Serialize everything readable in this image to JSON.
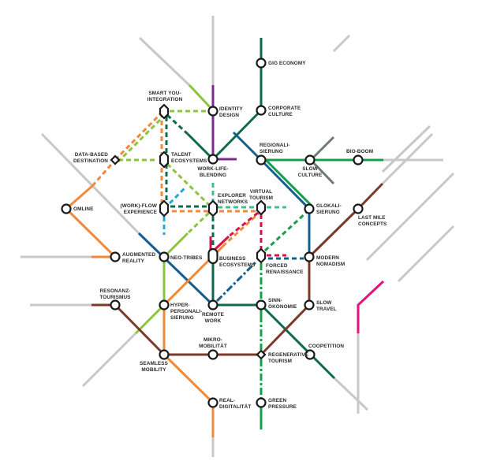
{
  "colors": {
    "grey": "#c8c8c8",
    "dark_grey": "#6e7a76",
    "light_green": "#8cc43f",
    "orange": "#f08a3a",
    "dark_green": "#0e6a4c",
    "purple": "#7b2d8e",
    "blue": "#135f8f",
    "green": "#14a048",
    "teal": "#3cc090",
    "cyan": "#1fa8d8",
    "crimson": "#d8134a",
    "brown": "#7a3a2a",
    "magenta": "#e5127d"
  },
  "stations": [
    {
      "id": "gig_economy",
      "label_lines": [
        "GIG ECONOMY"
      ],
      "type": "circle"
    },
    {
      "id": "corporate_culture",
      "label_lines": [
        "CORPORATE",
        "CULTURE"
      ],
      "type": "circle"
    },
    {
      "id": "identity_design",
      "label_lines": [
        "IDENTITY",
        "DESIGN"
      ],
      "type": "circle"
    },
    {
      "id": "smart_you_integration",
      "label_lines": [
        "SMART YOU-",
        "INTEGRATION"
      ],
      "type": "hexagon"
    },
    {
      "id": "data_based_destination",
      "label_lines": [
        "DATA-BASED",
        "DESTINATION"
      ],
      "type": "diamond"
    },
    {
      "id": "talent_ecosystems",
      "label_lines": [
        "TALENT",
        "ECOSYSTEMS"
      ],
      "type": "hexagon"
    },
    {
      "id": "work_life_blending",
      "label_lines": [
        "WORK-LIFE-",
        "BLENDING"
      ],
      "type": "circle"
    },
    {
      "id": "regionalisierung",
      "label_lines": [
        "REGIONALI-",
        "SIERUNG"
      ],
      "type": "circle"
    },
    {
      "id": "slow_culture",
      "label_lines": [
        "SLOW",
        "CULTURE"
      ],
      "type": "circle"
    },
    {
      "id": "bio_boom",
      "label_lines": [
        "BIO-BOOM"
      ],
      "type": "circle"
    },
    {
      "id": "omline",
      "label_lines": [
        "OMLINE"
      ],
      "type": "circle"
    },
    {
      "id": "work_flow_experience",
      "label_lines": [
        "(WORK)-FLOW",
        "EXPERIENCE"
      ],
      "type": "hexagon"
    },
    {
      "id": "explorer_networks",
      "label_lines": [
        "EXPLORER",
        "NETWORKS"
      ],
      "type": "hexagon"
    },
    {
      "id": "virtual_tourism",
      "label_lines": [
        "VIRTUAL",
        "TOURISM"
      ],
      "type": "hexagon"
    },
    {
      "id": "glokalisierung",
      "label_lines": [
        "GLOKALI-",
        "SIERUNG"
      ],
      "type": "circle"
    },
    {
      "id": "last_mile_concepts",
      "label_lines": [
        "LAST MILE",
        "CONCEPTS"
      ],
      "type": "circle"
    },
    {
      "id": "augmented_reality",
      "label_lines": [
        "AUGMENTED",
        "REALITY"
      ],
      "type": "circle"
    },
    {
      "id": "neo_tribes",
      "label_lines": [
        "NEO-TRIBES"
      ],
      "type": "circle"
    },
    {
      "id": "business_ecosystems",
      "label_lines": [
        "BUSINESS",
        "ECOSYSTEMS"
      ],
      "type": "capsule"
    },
    {
      "id": "forced_renaissance",
      "label_lines": [
        "FORCED",
        "RENAISSANCE"
      ],
      "type": "hexagon"
    },
    {
      "id": "modern_nomadism",
      "label_lines": [
        "MODERN",
        "NOMADISM"
      ],
      "type": "circle"
    },
    {
      "id": "resonanztourismus",
      "label_lines": [
        "RESONANZ-",
        "TOURISMUS"
      ],
      "type": "circle"
    },
    {
      "id": "hyper_personalisierung",
      "label_lines": [
        "HYPER-",
        "PERSONALI-",
        "SIERUNG"
      ],
      "type": "circle"
    },
    {
      "id": "remote_work",
      "label_lines": [
        "REMOTE",
        "WORK"
      ],
      "type": "circle"
    },
    {
      "id": "sinnoekonomie",
      "label_lines": [
        "SINN-",
        "ÖKONOMIE"
      ],
      "type": "circle"
    },
    {
      "id": "slow_travel",
      "label_lines": [
        "SLOW",
        "TRAVEL"
      ],
      "type": "circle"
    },
    {
      "id": "seamless_mobility",
      "label_lines": [
        "SEAMLESS",
        "MOBILITY"
      ],
      "type": "circle"
    },
    {
      "id": "mikromobilitaet",
      "label_lines": [
        "MIKRO-",
        "MOBILITÄT"
      ],
      "type": "circle"
    },
    {
      "id": "regenerative_tourism",
      "label_lines": [
        "REGENERATIVE",
        "TOURISM"
      ],
      "type": "diamond"
    },
    {
      "id": "coopetition",
      "label_lines": [
        "COOPETITION"
      ],
      "type": "circle"
    },
    {
      "id": "real_digitalitaet",
      "label_lines": [
        "REAL-",
        "DIGITALITÄT"
      ],
      "type": "circle"
    },
    {
      "id": "green_pressure",
      "label_lines": [
        "GREEN",
        "PRESSURE"
      ],
      "type": "circle"
    }
  ]
}
